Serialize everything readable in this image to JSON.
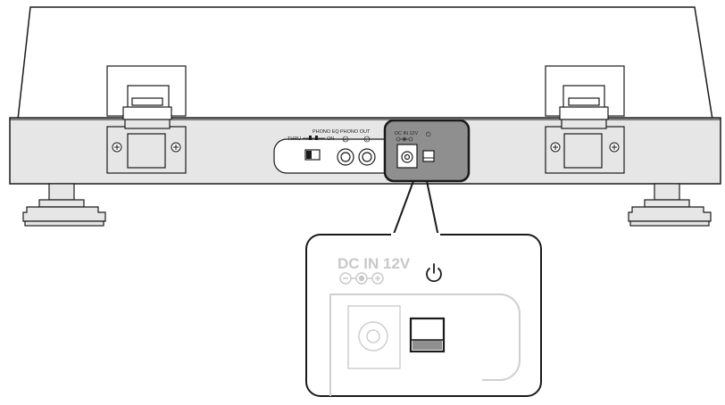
{
  "panel": {
    "phono_eq_label": "PHONO EQ",
    "thru_label": "THRU",
    "on_label": "ON",
    "phono_out_label": "PHONO OUT",
    "phono_out_r_mark": "R",
    "phono_out_l_mark": "L",
    "dc_in_label": "DC IN 12V",
    "power_symbol": "⏻"
  },
  "zoom": {
    "dc_in_label": "DC IN 12V",
    "polarity_symbol": "⊖-●-⊕",
    "power_symbol": "⏻"
  },
  "icons": [
    "screw-icon",
    "power-icon",
    "polarity-icon"
  ],
  "colors": {
    "outline": "#1a1a1a",
    "body_fill": "#e6e6e6",
    "highlight_fill": "#8f8f8f",
    "zoom_outline": "#cfcfcf"
  }
}
